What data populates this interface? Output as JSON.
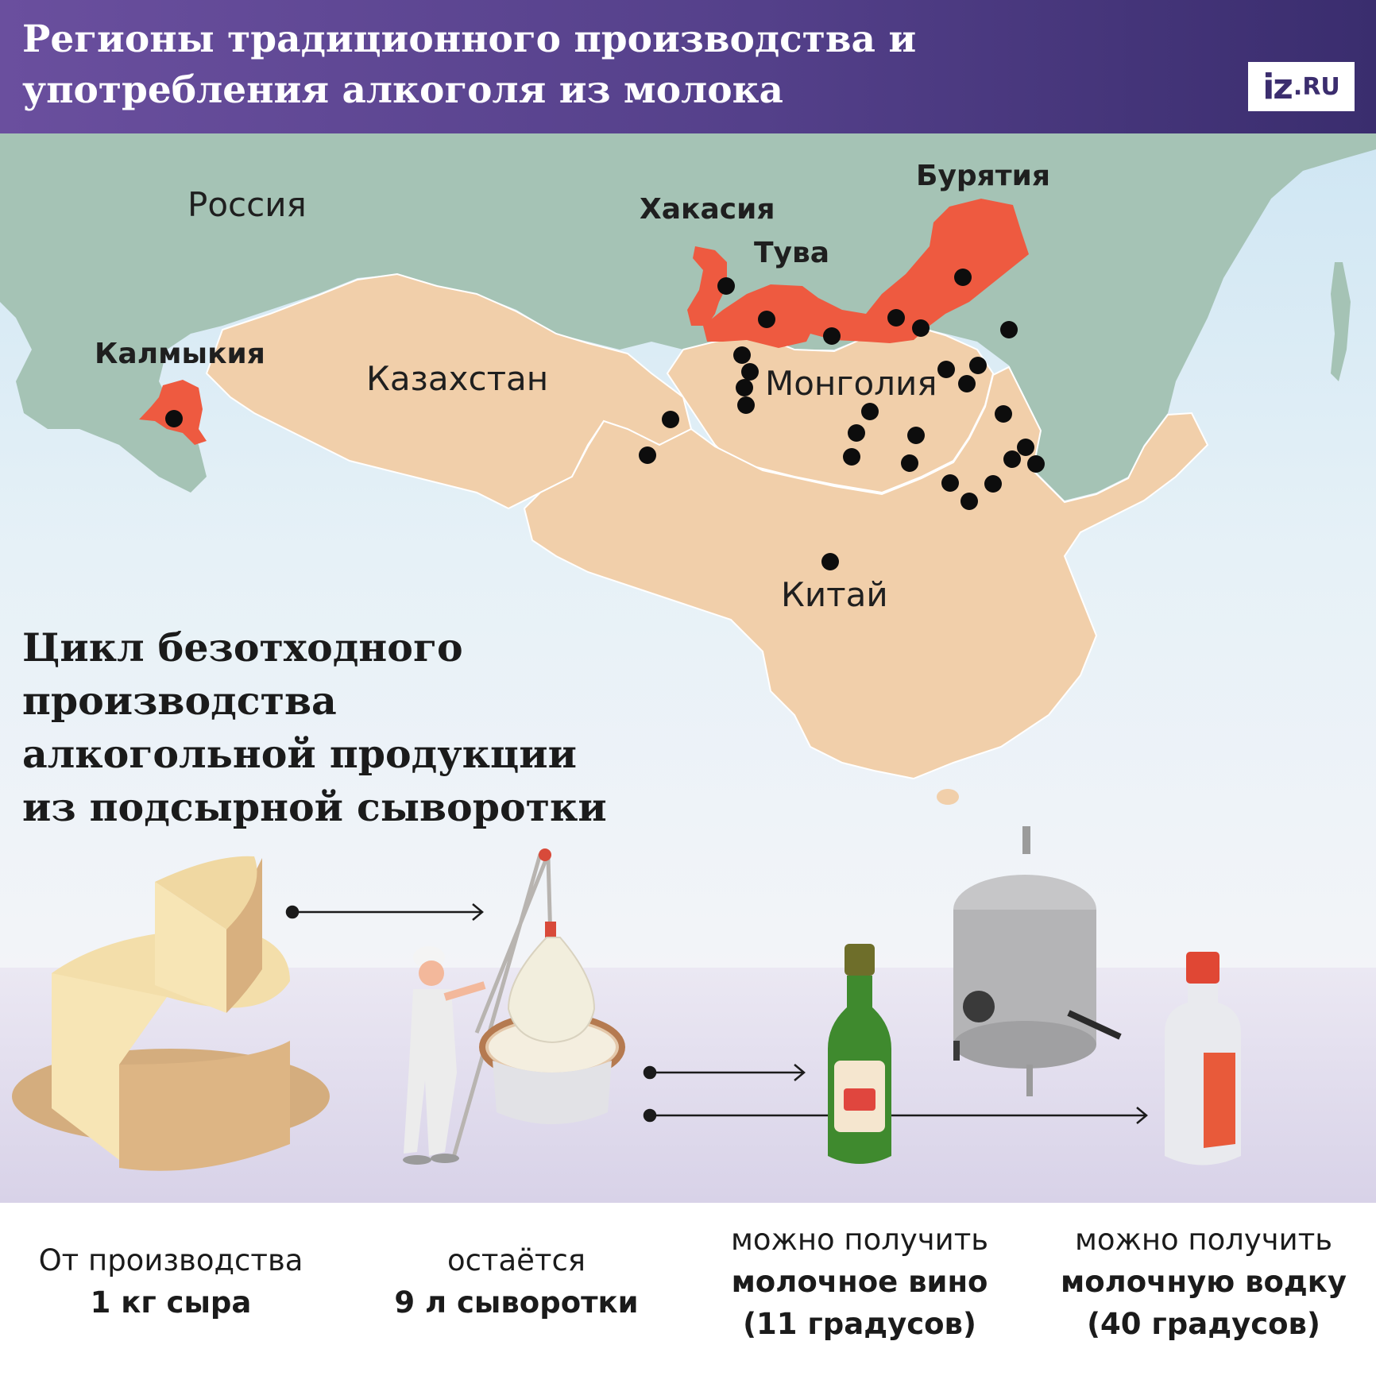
{
  "header": {
    "title": "Регионы традиционного производства и употребления алкоголя из молока",
    "logo": {
      "main": "iz",
      "suffix": ".RU"
    }
  },
  "map": {
    "countries": {
      "russia": "Россия",
      "kazakhstan": "Казахстан",
      "mongolia": "Монголия",
      "china": "Китай"
    },
    "regions": {
      "kalmykia": "Калмыкия",
      "khakassia": "Хакасия",
      "tuva": "Тува",
      "buryatia": "Бурятия"
    },
    "colors": {
      "russia": "#a5c3b5",
      "neighbors": "#f1cfaa",
      "highlight": "#ee5a40",
      "dot": "#0d0d0d"
    }
  },
  "cycle": {
    "title": "Цикл безотходного производства алкогольной продукции из подсырной сыворотки",
    "steps": [
      {
        "line1": "От производства",
        "line2": "1 кг сыра"
      },
      {
        "line1": "остаётся",
        "line2": "9 л сыворотки"
      },
      {
        "line1": "можно получить",
        "line2": "молочное вино",
        "line3": "(11 градусов)"
      },
      {
        "line1": "можно получить",
        "line2": "молочную водку",
        "line3": "(40 градусов)"
      }
    ]
  }
}
